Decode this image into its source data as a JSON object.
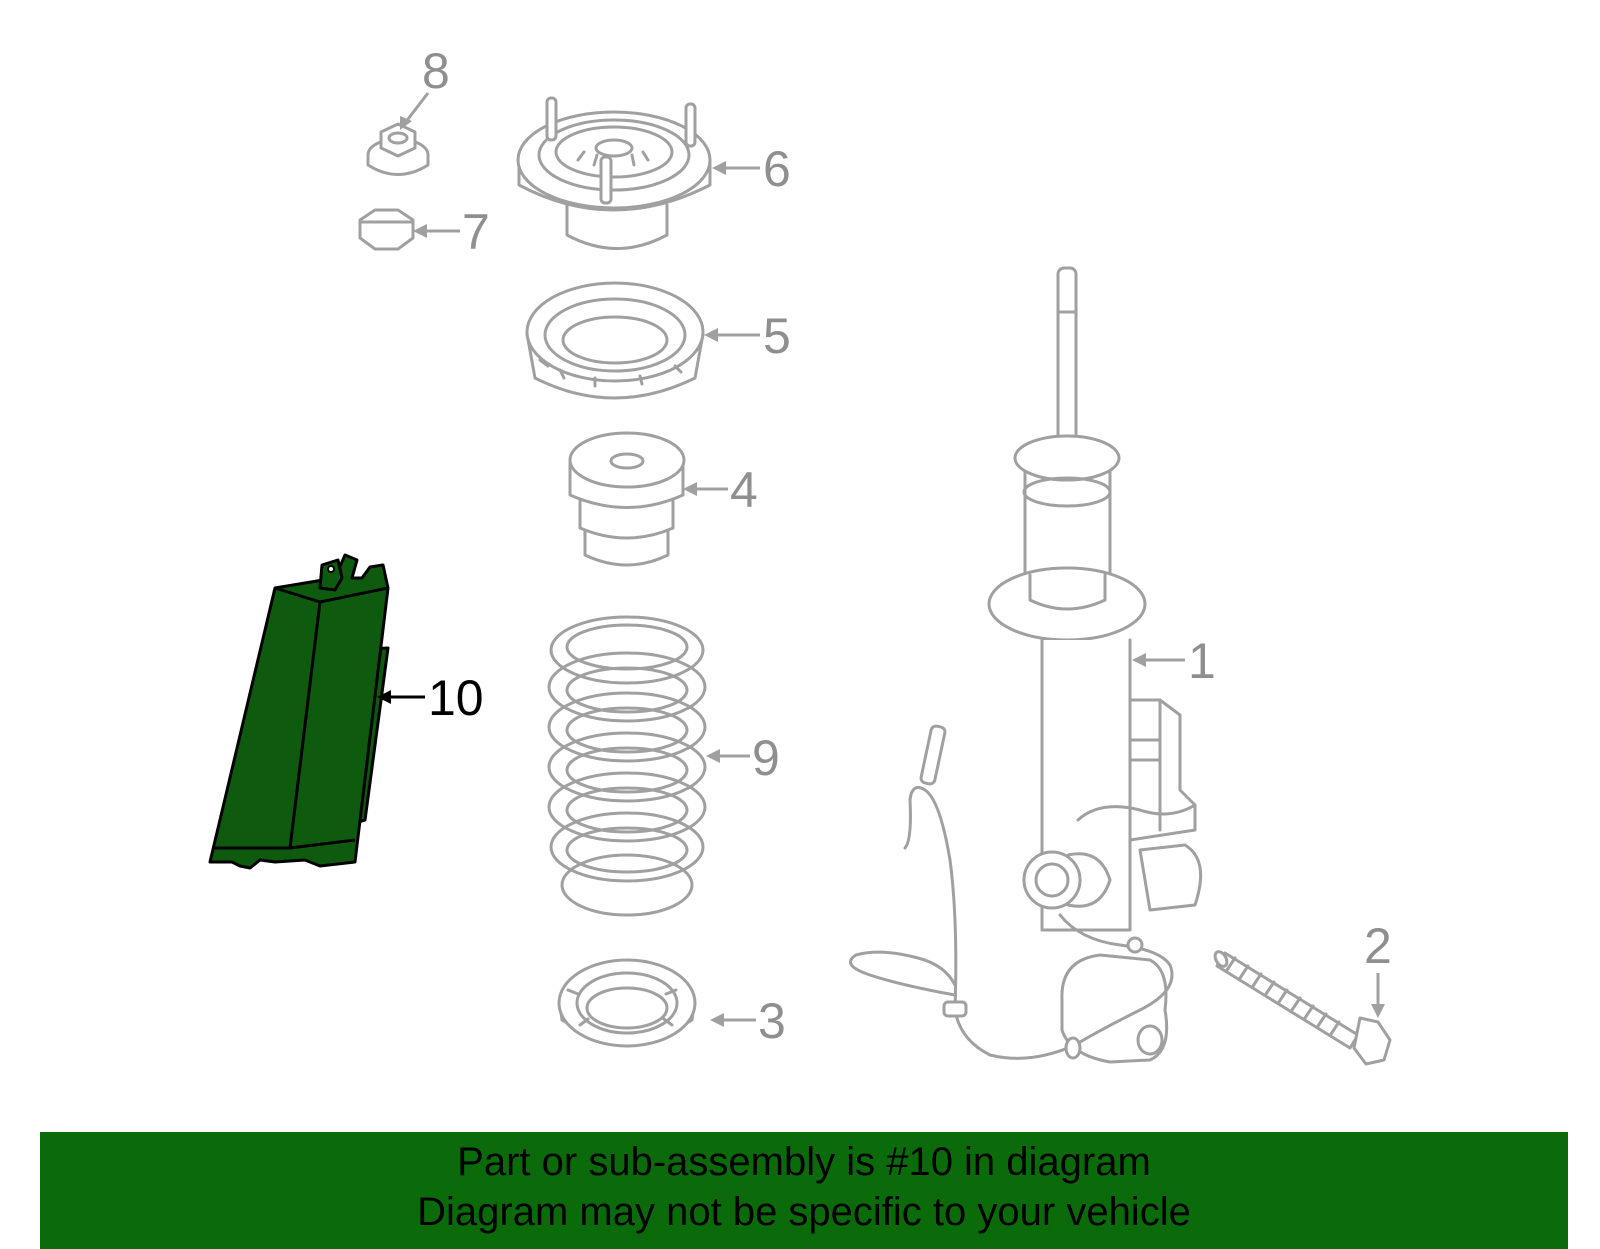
{
  "diagram": {
    "callouts": [
      "1",
      "2",
      "3",
      "4",
      "5",
      "6",
      "7",
      "8",
      "9",
      "10"
    ],
    "highlighted_callout": "10"
  },
  "banner": {
    "line1": "Part or sub-assembly is #10 in diagram",
    "line2": "Diagram may not be specific to your vehicle"
  },
  "colors": {
    "highlight_fill": "#0e5a0e",
    "banner_bg": "#0b6b0b",
    "part_stroke": "#a0a0a0"
  }
}
